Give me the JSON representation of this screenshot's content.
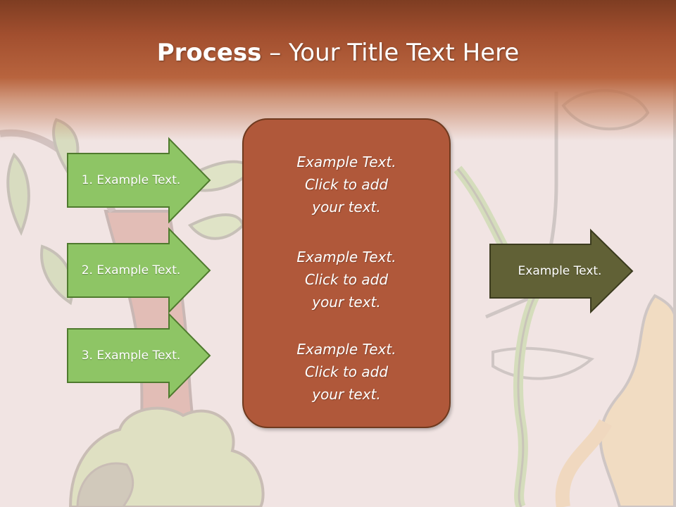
{
  "title": {
    "bold": "Process",
    "rest": " – Your Title Text Here"
  },
  "left_arrows": [
    {
      "label": "1. Example Text."
    },
    {
      "label": "2. Example Text."
    },
    {
      "label": "3. Example Text."
    }
  ],
  "center_blocks": [
    {
      "text": "Example Text.\nClick  to add\nyour text."
    },
    {
      "text": "Example Text.\nClick  to add\nyour text."
    },
    {
      "text": "Example Text.\nClick  to add\nyour text."
    }
  ],
  "right_arrow": {
    "label": "Example Text."
  },
  "colors": {
    "title_band": "#a24f2f",
    "left_arrow_fill": "#8ec565",
    "left_arrow_stroke": "#4f7a2e",
    "center_box_fill": "#b0583a",
    "right_arrow_fill": "#616136"
  }
}
